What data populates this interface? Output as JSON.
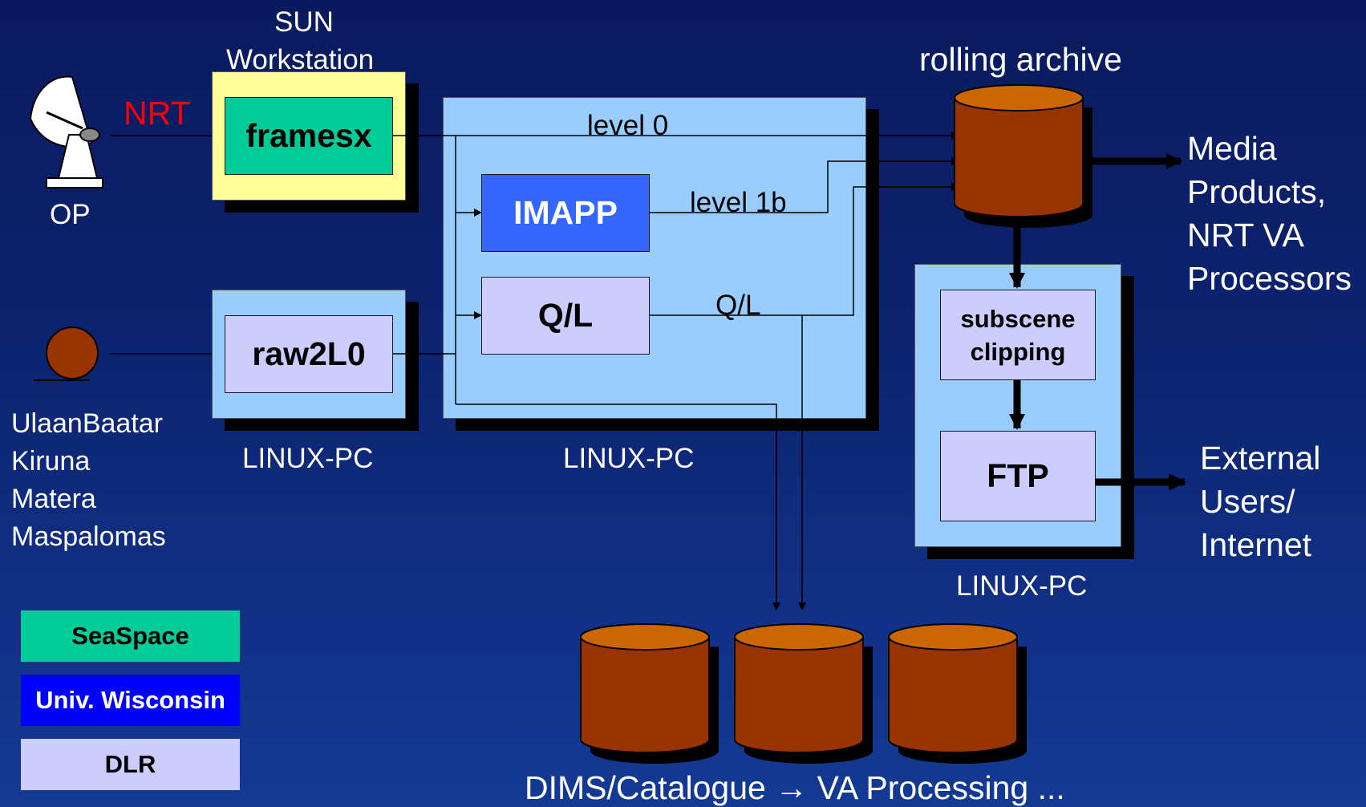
{
  "colors": {
    "seaspace": "#00cc99",
    "wisconsin": "#3366ff",
    "dlr": "#ccccff",
    "sun_bg": "#ffff99",
    "linux_bg": "#99ccff",
    "cylinder_body": "#993300",
    "cylinder_top": "#cc6600",
    "nrt": "#ff0000",
    "arrow": "#000000"
  },
  "icons": {
    "satellite_dish": "satellite-dish-icon",
    "ground_station": "ground-station-icon"
  },
  "sources": {
    "nrt_label": "NRT",
    "op_label": "OP",
    "stations": [
      "UlaanBaatar",
      "Kiruna",
      "Matera",
      "Maspalomas"
    ]
  },
  "sun": {
    "title_line1": "SUN",
    "title_line2": "Workstation",
    "process": "framesx"
  },
  "pc1": {
    "process": "raw2L0",
    "label": "LINUX-PC"
  },
  "pc2": {
    "label": "LINUX-PC",
    "level0": "level 0",
    "imapp": "IMAPP",
    "level1b": "level 1b",
    "ql_box": "Q/L",
    "ql_line": "Q/L"
  },
  "archive": {
    "label": "rolling archive"
  },
  "media": [
    "Media",
    "Products,",
    "NRT VA",
    "Processors"
  ],
  "pc3": {
    "subscene_line1": "subscene",
    "subscene_line2": "clipping",
    "ftp": "FTP",
    "label": "LINUX-PC"
  },
  "external": [
    "External",
    "Users/",
    "Internet"
  ],
  "bottom_caption": "DIMS/Catalogue → VA Processing ...",
  "legend": [
    "SeaSpace",
    "Univ. Wisconsin",
    "DLR"
  ]
}
